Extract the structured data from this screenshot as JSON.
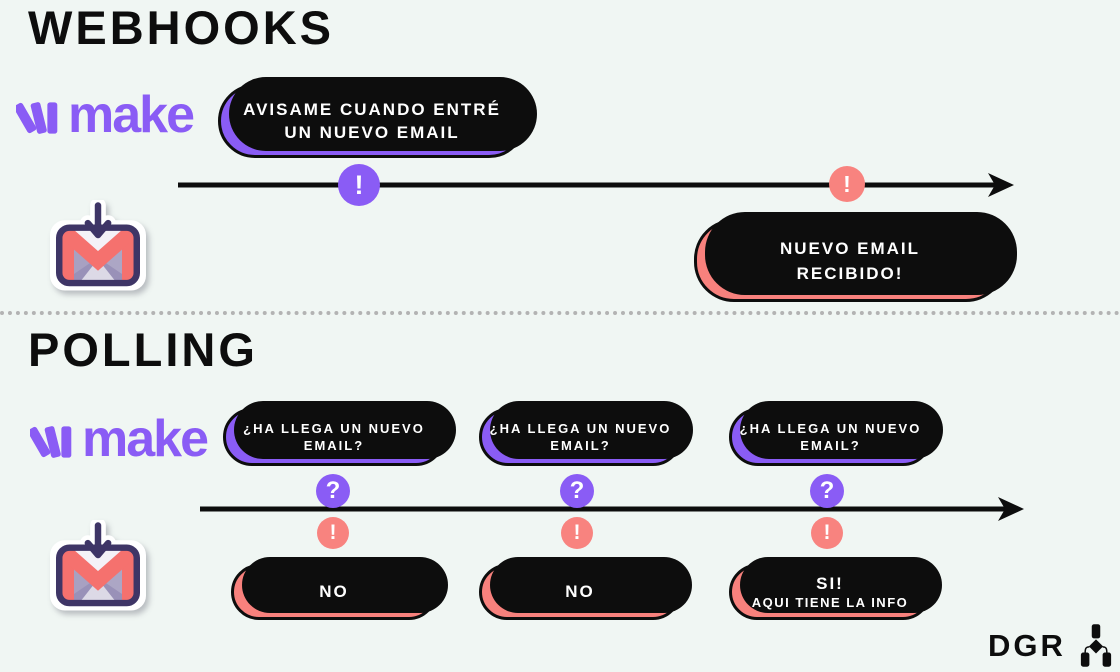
{
  "brand": {
    "make_wordmark": "make"
  },
  "markers": {
    "exclamation": "!",
    "question": "?"
  },
  "webhooks": {
    "title": "WEBHOOKS",
    "request_pill": {
      "line1": "AVISAME CUANDO ENTRÉ",
      "line2": "UN NUEVO EMAIL"
    },
    "response_pill": {
      "line1": "NUEVO EMAIL",
      "line2": "RECIBIDO!"
    }
  },
  "polling": {
    "title": "POLLING",
    "question_pills": [
      {
        "line1": "¿HA LLEGA UN NUEVO",
        "line2": "EMAIL?"
      },
      {
        "line1": "¿HA LLEGA UN NUEVO",
        "line2": "EMAIL?"
      },
      {
        "line1": "¿HA LLEGA UN NUEVO",
        "line2": "EMAIL?"
      }
    ],
    "answer_pills": [
      {
        "line1": "NO"
      },
      {
        "line1": "NO"
      },
      {
        "line1": "SI!",
        "line2": "AQUI TIENE LA INFO"
      }
    ]
  },
  "footer": {
    "brand": "DGR"
  },
  "colors": {
    "background": "#f0f6f3",
    "purple": "#8a5cf5",
    "pink": "#f8817d",
    "ink": "#0d0d0d",
    "divider": "#b3b3b3"
  }
}
